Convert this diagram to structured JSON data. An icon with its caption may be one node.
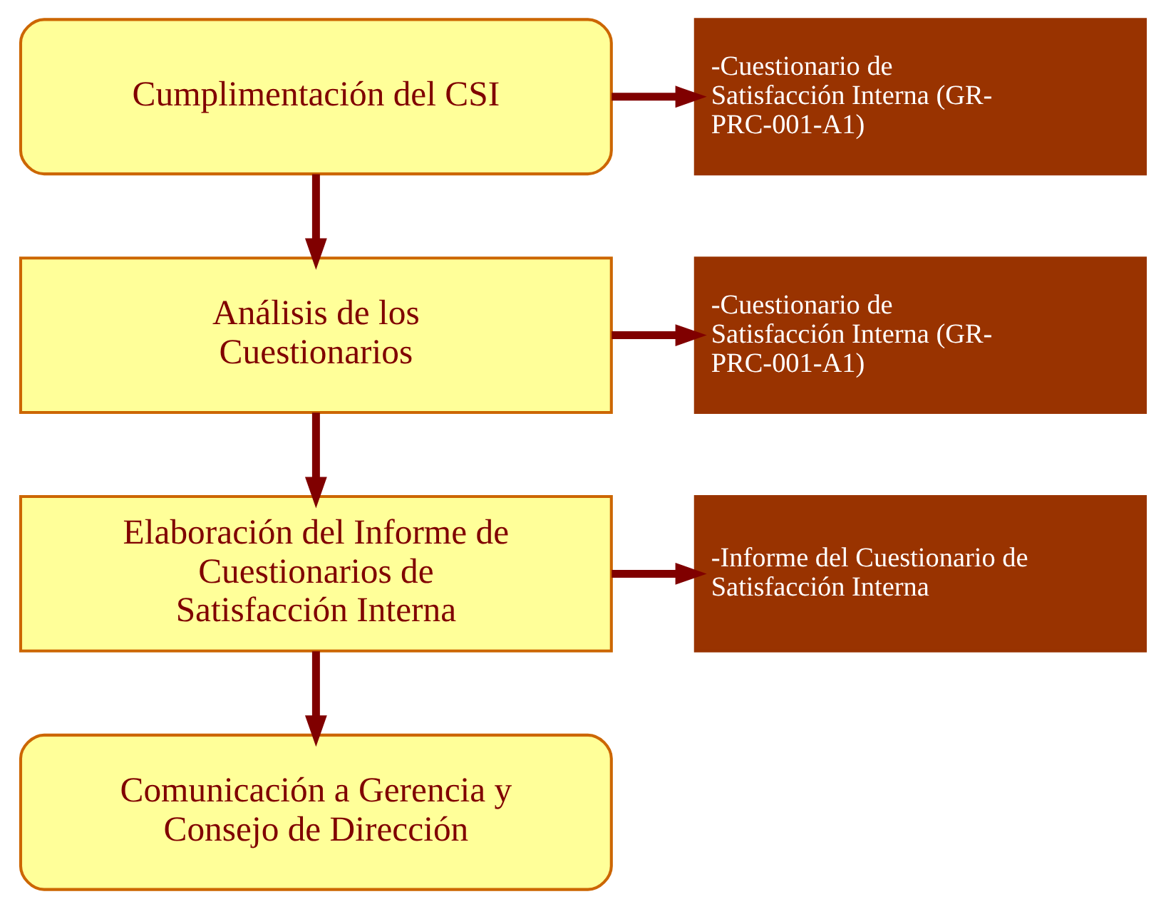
{
  "diagram": {
    "nodes": [
      {
        "text": [
          "Cumplimentación del CSI"
        ]
      },
      {
        "text": [
          "-Cuestionario de Satisfacción Interna (GR-PRC-001-A1)"
        ]
      },
      {
        "text": [
          "Análisis de los Cuestionarios"
        ]
      },
      {
        "text": [
          "-Cuestionario de Satisfacción Interna (GR-PRC-001-A1)"
        ]
      },
      {
        "text": [
          "Elaboración del Informe de Cuestionarios de Satisfacción Interna"
        ]
      },
      {
        "text": [
          "-Informe del Cuestionario de Satisfacción Interna"
        ]
      },
      {
        "text": [
          "Comunicación a Gerencia y Consejo de Dirección"
        ]
      }
    ],
    "edges": [
      {
        "from": 0,
        "to": 1,
        "arrow": "to"
      },
      {
        "from": 0,
        "to": 2,
        "arrow": "to"
      },
      {
        "from": 2,
        "to": 3,
        "arrow": "to"
      },
      {
        "from": 2,
        "to": 4,
        "arrow": "to"
      },
      {
        "from": 4,
        "to": 5,
        "arrow": "to"
      },
      {
        "from": 4,
        "to": 6,
        "arrow": "to"
      }
    ]
  }
}
